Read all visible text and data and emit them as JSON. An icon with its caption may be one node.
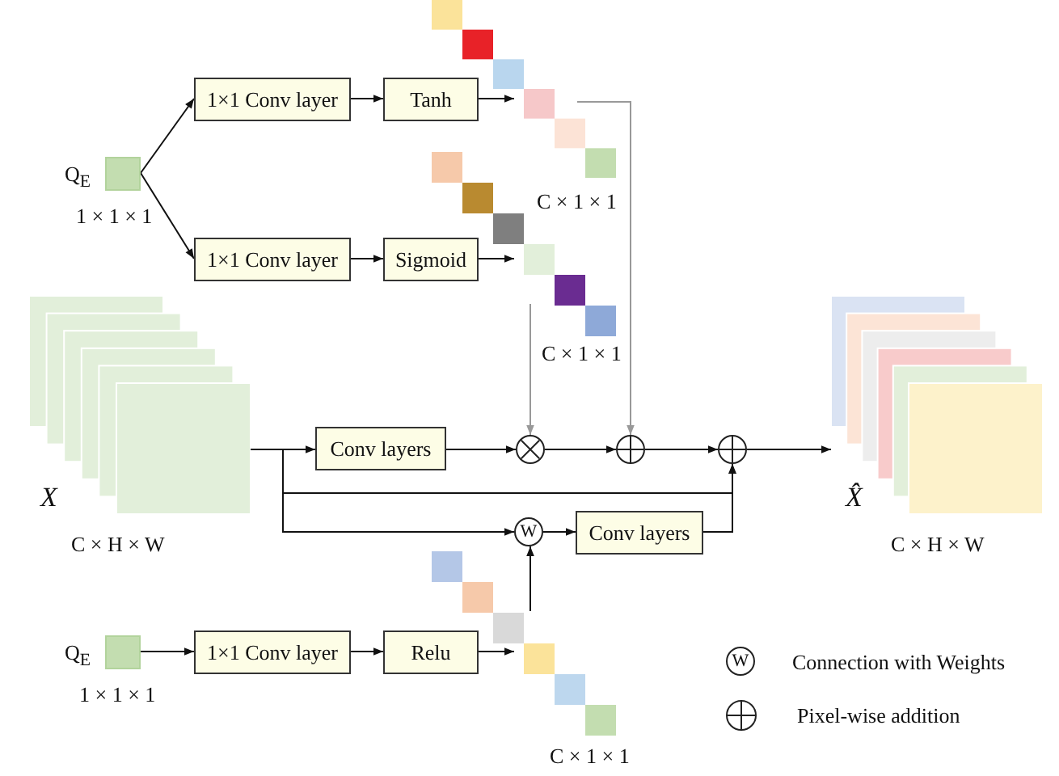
{
  "diagram": {
    "nodes": [
      {
        "text": [
          "Q$_{E}$"
        ],
        "beside": [
          "1 × 1 × 1"
        ]
      },
      {
        "text": [
          "1×1 Conv layer"
        ]
      },
      {
        "text": [
          "Tanh"
        ]
      },
      {
        "text": [],
        "shape": "bar"
      },
      {
        "text": [
          "1×1 Conv layer"
        ]
      },
      {
        "text": [
          "Sigmoid"
        ]
      },
      {
        "text": [],
        "shape": "bar",
        "beside": [
          "C × 1 × 1"
        ]
      },
      {
        "text": [
          "X"
        ],
        "beside": [
          "C × H × W"
        ]
      },
      {
        "text": [
          "Conv layers"
        ]
      },
      {
        "text": [],
        "shape": "circle"
      },
      {
        "text": [],
        "shape": "circle"
      },
      {
        "text": [],
        "shape": "circle"
      },
      {
        "text": [
          "X̂"
        ],
        "beside": [
          "C × H × W"
        ]
      },
      {
        "text": [
          "W"
        ]
      },
      {
        "text": [
          "Conv layers"
        ]
      },
      {
        "text": [
          "Q$_{E}$"
        ],
        "beside": [
          "1 × 1 × 1"
        ]
      },
      {
        "text": [
          "1×1 Conv layer"
        ]
      },
      {
        "text": [
          "Relu"
        ]
      },
      {
        "text": [],
        "shape": "bar",
        "beside": [
          "C × 1 × 1"
        ]
      }
    ],
    "edges": [
      {
        "from": 0,
        "to": 1,
        "arrow": "to"
      },
      {
        "from": 0,
        "to": 4,
        "arrow": "to"
      },
      {
        "from": 1,
        "to": 2,
        "arrow": "to"
      },
      {
        "from": 2,
        "to": 3,
        "arrow": "to"
      },
      {
        "from": 4,
        "to": 5,
        "arrow": "to"
      },
      {
        "from": 5,
        "to": 6,
        "arrow": "to"
      },
      {
        "from": 3,
        "to": 10,
        "arrow": "to",
        "color": "#999999"
      },
      {
        "from": 6,
        "to": 9,
        "arrow": "to",
        "color": "#999999"
      },
      {
        "from": 7,
        "to": 8,
        "arrow": "to"
      },
      {
        "from": 8,
        "to": 9,
        "arrow": "to"
      },
      {
        "from": 9,
        "to": 10,
        "arrow": "to"
      },
      {
        "from": 10,
        "to": 11,
        "arrow": "to"
      },
      {
        "from": 11,
        "to": 12,
        "arrow": "to"
      },
      {
        "from": 7,
        "to": 11,
        "arrow": "to"
      },
      {
        "from": 7,
        "to": 13,
        "arrow": "to"
      },
      {
        "from": 13,
        "to": 14,
        "arrow": "to"
      },
      {
        "from": 14,
        "to": 11,
        "arrow": "to"
      },
      {
        "from": 15,
        "to": 16,
        "arrow": "to"
      },
      {
        "from": 16,
        "to": 17,
        "arrow": "to"
      },
      {
        "from": 17,
        "to": 18,
        "arrow": "to"
      },
      {
        "from": 18,
        "to": 13,
        "arrow": "to"
      }
    ],
    "labels": [
      "C × 1 × 1",
      "W"
    ],
    "legend": [
      {
        "text": "Connection with Weights"
      },
      {
        "text": "Pixel-wise addition"
      }
    ]
  }
}
